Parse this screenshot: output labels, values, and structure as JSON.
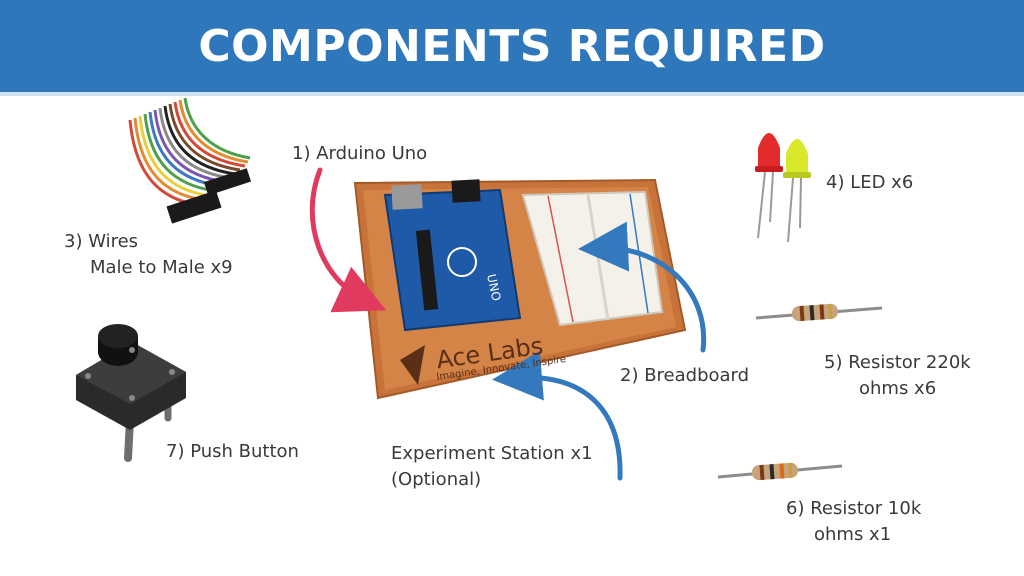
{
  "slide": {
    "title": "COMPONENTS REQUIRED",
    "accent": "#2f77bb",
    "arrow_red": "#e03a5f",
    "arrow_blue": "#3479bd"
  },
  "labels": {
    "arduino": "1) Arduino Uno",
    "breadboard": "2) Breadboard",
    "wires_line1": "3) Wires",
    "wires_line2": "Male to Male x9",
    "led": "4) LED x6",
    "res220_line1": "5) Resistor 220k",
    "res220_line2": "ohms x6",
    "res10_line1": "6) Resistor 10k",
    "res10_line2": "ohms x1",
    "button": "7) Push Button",
    "station_line1": "Experiment Station x1",
    "station_line2": "(Optional)"
  },
  "board_logo": {
    "brand": "Ace Labs",
    "tagline": "Imagine, Innovate, Inspire"
  }
}
